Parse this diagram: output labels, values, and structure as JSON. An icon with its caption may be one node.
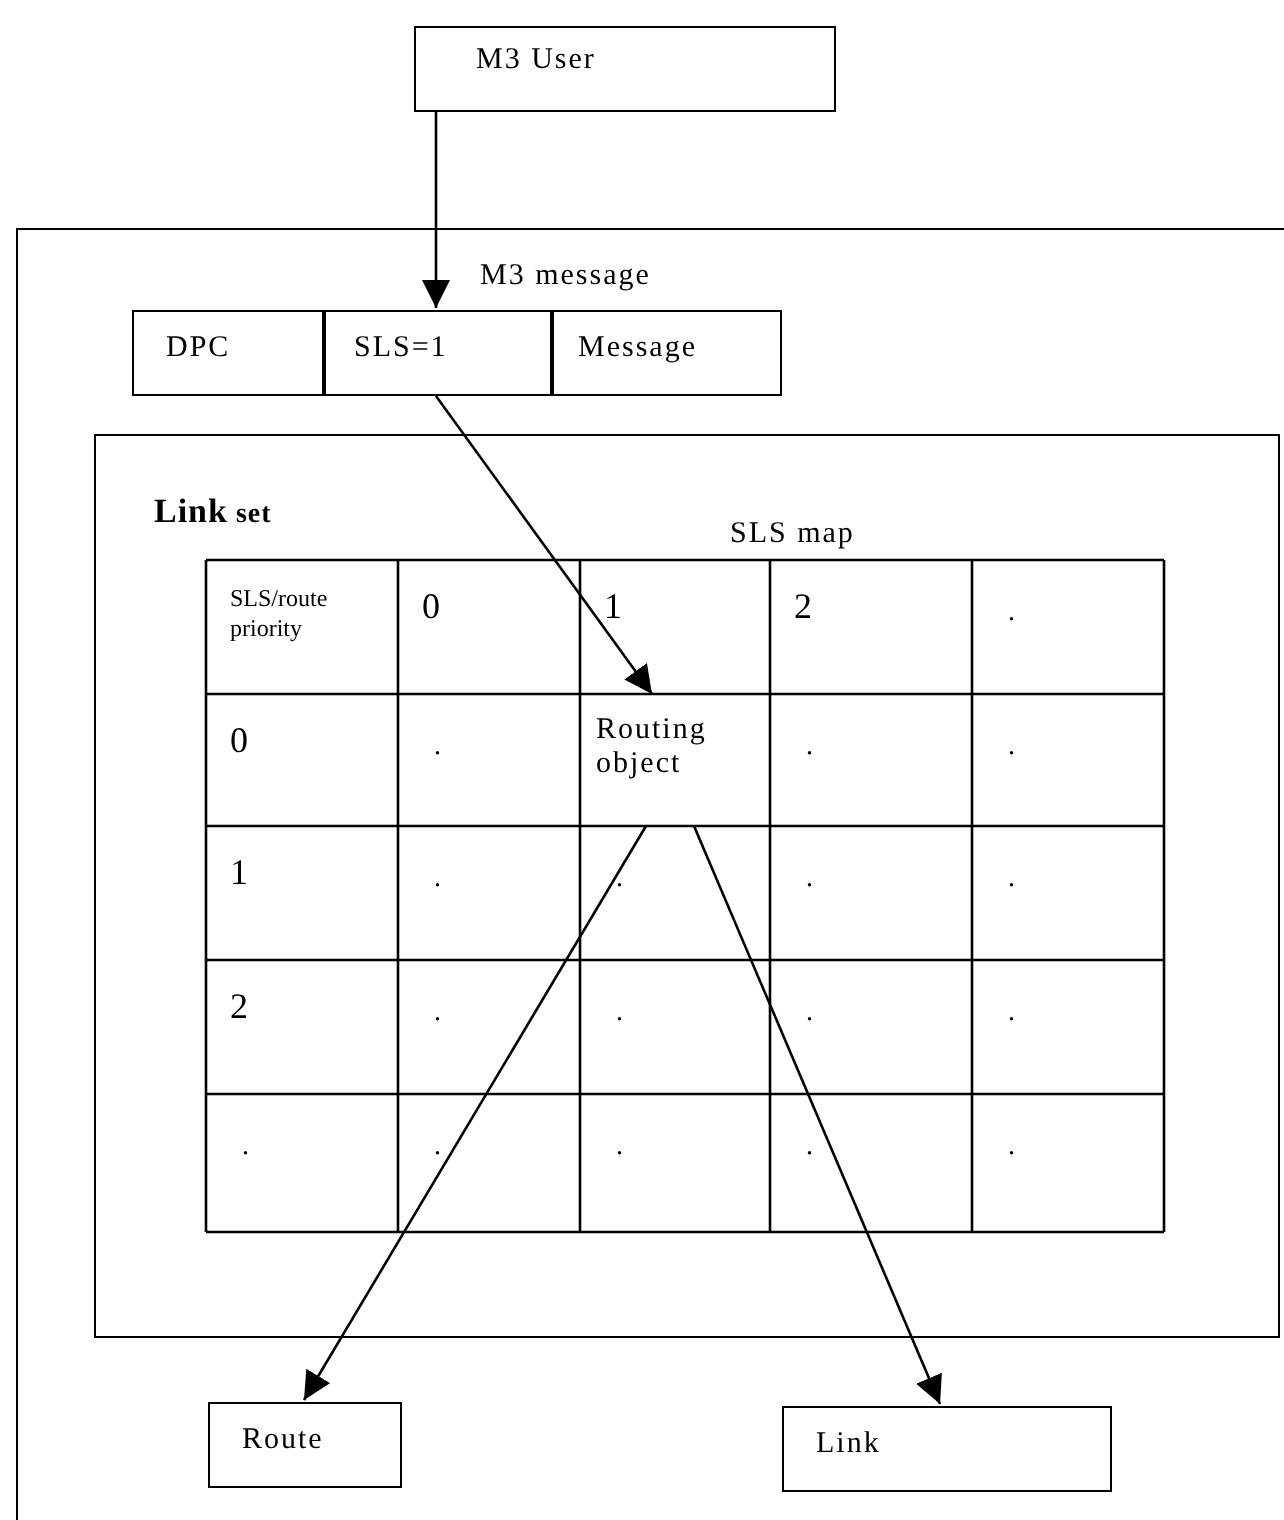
{
  "diagram": {
    "nodes": [
      {
        "text": [
          "M3 User"
        ]
      },
      {
        "text": [],
        "shape": "box"
      },
      {
        "text": [
          "DPC"
        ],
        "in": 1
      },
      {
        "text": [
          "SLS=1"
        ],
        "in": 1
      },
      {
        "text": [
          "Message"
        ],
        "in": 1
      },
      {
        "text": [
          "**Link** set"
        ],
        "in": 1
      },
      {
        "text": [
          "Routing object"
        ],
        "in": 5
      },
      {
        "text": [
          "Route"
        ],
        "in": 1
      },
      {
        "text": [
          "Link"
        ],
        "in": 1
      }
    ],
    "edges": [
      {
        "from": 0,
        "to": 3,
        "arrow": "to"
      },
      {
        "from": 3,
        "to": 6,
        "arrow": "to"
      },
      {
        "from": 6,
        "to": 7,
        "arrow": "to"
      },
      {
        "from": 6,
        "to": 8,
        "arrow": "to"
      }
    ],
    "labels": [
      "M3 message",
      "SLS map",
      "SLS/route priority",
      "0",
      "1",
      "2",
      ".",
      "0",
      ".",
      ".",
      ".",
      "1",
      ".",
      ".",
      ".",
      ".",
      "2",
      ".",
      ".",
      ".",
      ".",
      ".",
      ".",
      ".",
      ".",
      "."
    ]
  }
}
